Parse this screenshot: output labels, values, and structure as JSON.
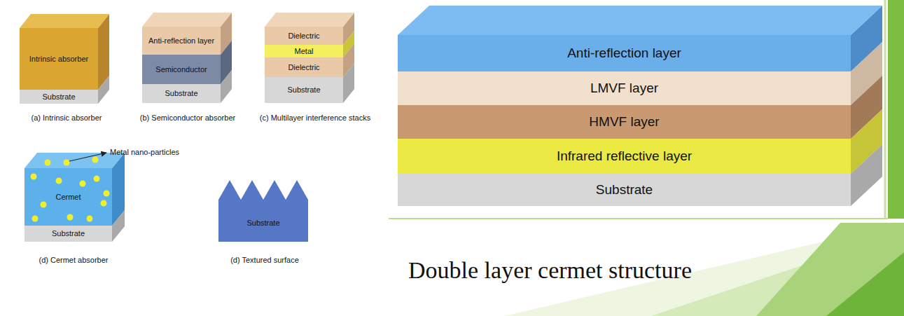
{
  "diagram": {
    "caption": "Double layer cermet structure",
    "nodes": [
      {
        "text": [
          "Intrinsic absorber"
        ]
      },
      {
        "text": [
          "Substrate"
        ]
      },
      {
        "text": [
          "Anti-reflection layer"
        ]
      },
      {
        "text": [
          "Semiconductor"
        ]
      },
      {
        "text": [
          "Substrate"
        ]
      },
      {
        "text": [
          "Dielectric"
        ]
      },
      {
        "text": [
          "Metal"
        ]
      },
      {
        "text": [
          "Dielectric"
        ]
      },
      {
        "text": [
          "Substrate"
        ]
      },
      {
        "text": [
          "Cermet"
        ]
      },
      {
        "text": [
          "Substrate"
        ]
      },
      {
        "text": [
          "Substrate"
        ]
      },
      {
        "text": [
          "Anti-reflection layer"
        ]
      },
      {
        "text": [
          "LMVF layer"
        ]
      },
      {
        "text": [
          "HMVF layer"
        ]
      },
      {
        "text": [
          "Infrared reflective layer"
        ]
      },
      {
        "text": [
          "Substrate"
        ]
      }
    ],
    "labels": [
      "(a) Intrinsic absorber",
      "(b) Semiconductor absorber",
      "(c) Multilayer interference stacks",
      "Metal nano-particles",
      "(d) Cermet absorber",
      "(d) Textured surface"
    ]
  }
}
